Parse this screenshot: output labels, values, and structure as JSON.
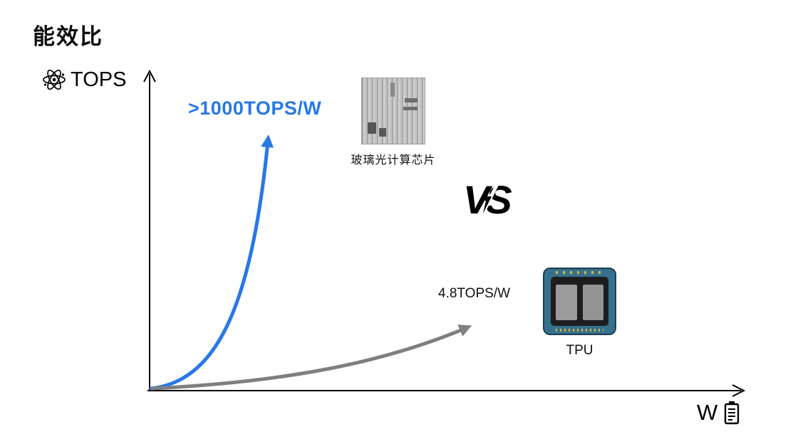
{
  "page": {
    "title": "能效比"
  },
  "axes": {
    "y_label": "TOPS",
    "y_icon": "atom-icon",
    "x_label": "W",
    "x_icon": "battery-icon",
    "axis_color": "#000000"
  },
  "series": {
    "photonic": {
      "annotation": ">1000TOPS/W",
      "chip_label": "玻璃光计算芯片",
      "color": "#2878e8"
    },
    "tpu": {
      "annotation": "4.8TOPS/W",
      "chip_label": "TPU",
      "color": "#7f7f7f"
    }
  },
  "vs_mark": "VS",
  "chart_data": {
    "type": "line",
    "title": "能效比",
    "xlabel": "W",
    "ylabel": "TOPS",
    "grid": false,
    "axis_ticks": "none",
    "series": [
      {
        "name": "玻璃光计算芯片",
        "efficiency_label": ">1000TOPS/W",
        "efficiency_tops_per_w": 1000,
        "trend": "steep exponential rise (high TOPS at low W)",
        "color": "#2878e8"
      },
      {
        "name": "TPU",
        "efficiency_label": "4.8TOPS/W",
        "efficiency_tops_per_w": 4.8,
        "trend": "shallow rise (low TOPS per W)",
        "color": "#7f7f7f"
      }
    ],
    "annotations": [
      "VS"
    ]
  }
}
